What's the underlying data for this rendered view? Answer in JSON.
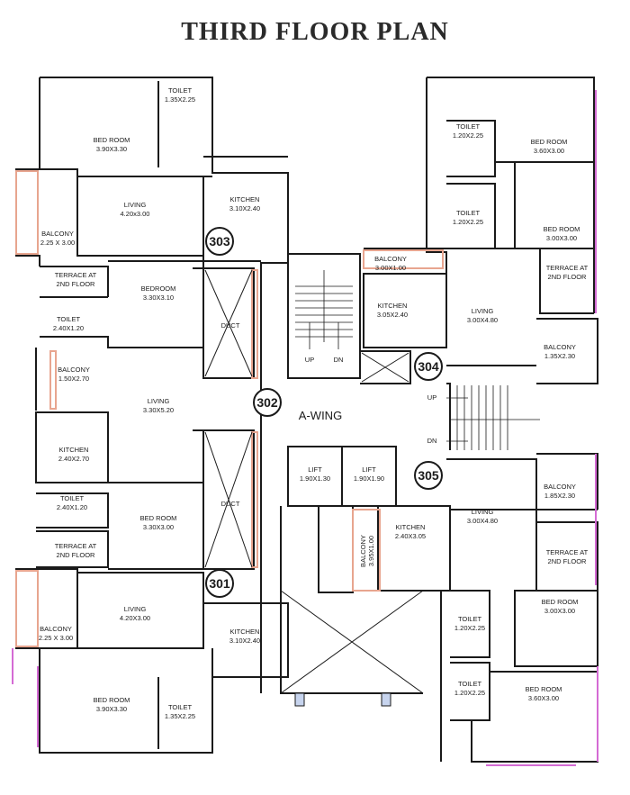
{
  "title": "THIRD FLOOR PLAN",
  "wing": "A-WING",
  "colors": {
    "wall": "#1a1a1a",
    "balcony": "#e8a58f",
    "edge": "#d46bd4",
    "lift_marker": "#2040c0"
  },
  "units": [
    "303",
    "302",
    "301",
    "304",
    "305"
  ],
  "stairs": {
    "up": "UP",
    "dn": "DN"
  },
  "rooms": {
    "u303_bed": [
      "BED ROOM",
      "3.90X3.30"
    ],
    "u303_toilet": [
      "TOILET",
      "1.35X2.25"
    ],
    "u303_living": [
      "LIVING",
      "4.20x3.00"
    ],
    "u303_kitchen": [
      "KITCHEN",
      "3.10X2.40"
    ],
    "u303_balcony": [
      "BALCONY",
      "2.25 X 3.00"
    ],
    "terrace_a": [
      "TERRACE AT",
      "2ND FLOOR"
    ],
    "u302_bed": [
      "BEDROOM",
      "3.30X3.10"
    ],
    "u302_toilet": [
      "TOILET",
      "2.40X1.20"
    ],
    "duct": "DUCT",
    "u302_balcony": [
      "BALCONY",
      "1.50X2.70"
    ],
    "u302_living": [
      "LIVING",
      "3.30X5.20"
    ],
    "u302_kitchen": [
      "KITCHEN",
      "2.40X2.70"
    ],
    "u301_toilet_small": [
      "TOILET",
      "2.40X1.20"
    ],
    "u301_bed_mid": [
      "BED ROOM",
      "3.30X3.00"
    ],
    "terrace_b": [
      "TERRACE AT",
      "2ND FLOOR"
    ],
    "u301_balcony": [
      "BALCONY",
      "2.25 X 3.00"
    ],
    "u301_living": [
      "LIVING",
      "4.20X3.00"
    ],
    "u301_kitchen": [
      "KITCHEN",
      "3.10X2.40"
    ],
    "u301_bed": [
      "BED ROOM",
      "3.90X3.30"
    ],
    "u301_toilet": [
      "TOILET",
      "1.35X2.25"
    ],
    "lift1": [
      "LIFT",
      "1.90X1.30"
    ],
    "lift2": [
      "LIFT",
      "1.90X1.90"
    ],
    "u304_toilet1": [
      "TOILET",
      "1.20X2.25"
    ],
    "u304_bed1": [
      "BED ROOM",
      "3.60X3.00"
    ],
    "u304_toilet2": [
      "TOILET",
      "1.20X2.25"
    ],
    "u304_bed2": [
      "BED ROOM",
      "3.00X3.00"
    ],
    "u304_balcony_top": [
      "BALCONY",
      "3.00X1.00"
    ],
    "terrace_c": [
      "TERRACE AT",
      "2ND FLOOR"
    ],
    "u304_kitchen": [
      "KITCHEN",
      "3.05X2.40"
    ],
    "u304_living": [
      "LIVING",
      "3.00X4.80"
    ],
    "u304_balcony": [
      "BALCONY",
      "1.35X2.30"
    ],
    "u305_balcony": [
      "BALCONY",
      "1.85X2.30"
    ],
    "u305_living": [
      "LIVING",
      "3.00X4.80"
    ],
    "u305_kitchen": [
      "KITCHEN",
      "2.40X3.05"
    ],
    "u305_balcony_small": [
      "BALCONY",
      "3.95X1.00"
    ],
    "terrace_d": [
      "TERRACE AT",
      "2ND FLOOR"
    ],
    "u305_bed1": [
      "BED ROOM",
      "3.00X3.00"
    ],
    "u305_toilet1": [
      "TOILET",
      "1.20X2.25"
    ],
    "u305_toilet2": [
      "TOILET",
      "1.20X2.25"
    ],
    "u305_bed2": [
      "BED ROOM",
      "3.60X3.00"
    ]
  }
}
